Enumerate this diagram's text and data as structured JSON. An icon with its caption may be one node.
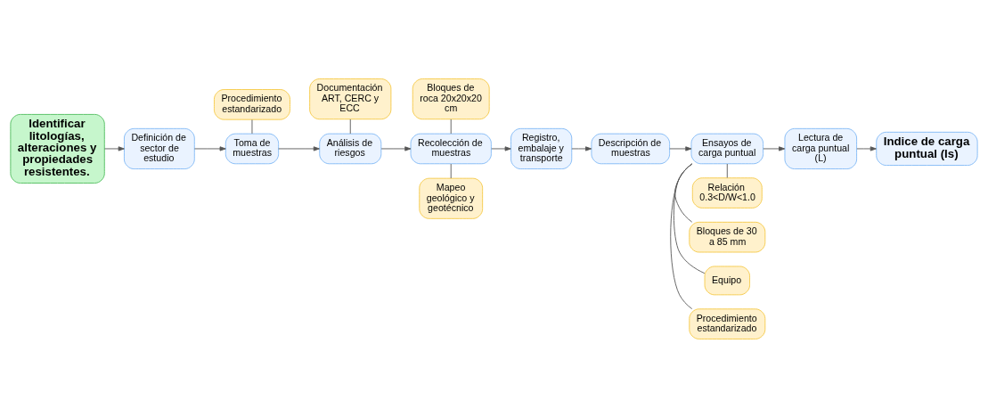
{
  "diagram": {
    "nodes": [
      {
        "text": [
          "Identificar litologías, alteraciones y propiedades resistentes."
        ]
      },
      {
        "text": [
          "Definición de sector de estudio"
        ]
      },
      {
        "text": [
          "Procedimiento estandarizado"
        ]
      },
      {
        "text": [
          "Toma de muestras"
        ]
      },
      {
        "text": [
          "Documentación ART, CERC y ECC"
        ]
      },
      {
        "text": [
          "Análisis de riesgos"
        ]
      },
      {
        "text": [
          "Bloques de roca 20x20x20 cm"
        ]
      },
      {
        "text": [
          "Recolección de muestras"
        ]
      },
      {
        "text": [
          "Mapeo geológico y geotécnico"
        ]
      },
      {
        "text": [
          "Registro, embalaje y transporte"
        ]
      },
      {
        "text": [
          "Descripción de muestras"
        ]
      },
      {
        "text": [
          "Lectura de carga puntual (L)"
        ]
      },
      {
        "text": [
          "Ensayos de carga puntual"
        ]
      },
      {
        "text": [
          "Procedimiento estandarizado"
        ]
      },
      {
        "text": [
          "Equipo"
        ]
      },
      {
        "text": [
          "Bloques de 30 a 85 mm"
        ]
      },
      {
        "text": [
          "Relación 0.3<D/W<1.0"
        ]
      },
      {
        "text": [
          "Indice de carga puntual (Is)"
        ]
      }
    ],
    "edges": [
      {
        "from": 0,
        "to": 1,
        "arrow": "to"
      },
      {
        "from": 1,
        "to": 3,
        "arrow": "to"
      },
      {
        "from": 2,
        "to": 3,
        "arrow": "none"
      },
      {
        "from": 3,
        "to": 5,
        "arrow": "to"
      },
      {
        "from": 4,
        "to": 5,
        "arrow": "none"
      },
      {
        "from": 5,
        "to": 7,
        "arrow": "to"
      },
      {
        "from": 6,
        "to": 7,
        "arrow": "none"
      },
      {
        "from": 7,
        "to": 8,
        "arrow": "none"
      },
      {
        "from": 7,
        "to": 9,
        "arrow": "to"
      },
      {
        "from": 9,
        "to": 10,
        "arrow": "to"
      },
      {
        "from": 10,
        "to": 12,
        "arrow": "to"
      },
      {
        "from": 12,
        "to": 11,
        "arrow": "to"
      },
      {
        "from": 12,
        "to": 13,
        "arrow": "none"
      },
      {
        "from": 12,
        "to": 14,
        "arrow": "none"
      },
      {
        "from": 12,
        "to": 15,
        "arrow": "none"
      },
      {
        "from": 12,
        "to": 16,
        "arrow": "none"
      },
      {
        "from": 11,
        "to": 17,
        "arrow": "to"
      }
    ]
  }
}
